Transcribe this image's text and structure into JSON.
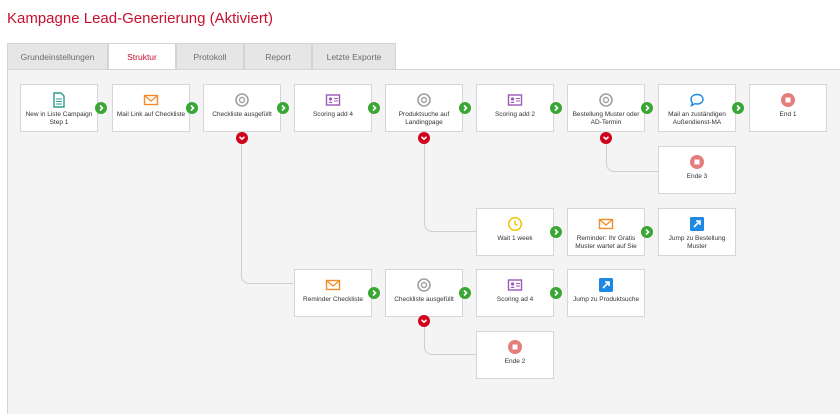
{
  "page": {
    "title": "Kampagne Lead-Generierung (Aktiviert)"
  },
  "tabs": [
    {
      "label": "Grundeinstellungen",
      "active": false
    },
    {
      "label": "Struktur",
      "active": true
    },
    {
      "label": "Protokoll",
      "active": false
    },
    {
      "label": "Report",
      "active": false
    },
    {
      "label": "Letzte Exporte",
      "active": false
    }
  ],
  "colors": {
    "accent": "#c8102e",
    "next": "#3aa635",
    "branch": "#d0021b",
    "doc": "#2a9d8f",
    "mail": "#f28c28",
    "condition": "#a0a0a0",
    "scoring": "#9b59b6",
    "chat": "#1e88e5",
    "end": "#d9534f",
    "wait": "#f2c200",
    "jump": "#1e88e5"
  },
  "nodes": {
    "n1": {
      "label": "New in Liste Campaign Step 1",
      "icon": "document-icon"
    },
    "n2": {
      "label": "Mail Link auf Checkliste",
      "icon": "mail-icon"
    },
    "n3": {
      "label": "Checkliste ausgefüllt",
      "icon": "condition-icon"
    },
    "n4": {
      "label": "Scoring add 4",
      "icon": "id-card-icon"
    },
    "n5": {
      "label": "Produktsuche auf Landingpage",
      "icon": "condition-icon"
    },
    "n6": {
      "label": "Scoring add 2",
      "icon": "id-card-icon"
    },
    "n7": {
      "label": "Bestellung Muster oder AD-Termin",
      "icon": "condition-icon"
    },
    "n8": {
      "label": "Mail an zuständigen Außendienst-MA",
      "icon": "chat-icon"
    },
    "n9": {
      "label": "End 1",
      "icon": "stop-icon"
    },
    "n10": {
      "label": "Ende 3",
      "icon": "stop-icon"
    },
    "n11": {
      "label": "Wait 1 week",
      "icon": "clock-icon"
    },
    "n12": {
      "label": "Reminder: Ihr Gratis Muster wartet auf Sie",
      "icon": "mail-icon"
    },
    "n13": {
      "label": "Jump zu Bestellung Muster",
      "icon": "jump-icon"
    },
    "n14": {
      "label": "Reminder Checkliste",
      "icon": "mail-icon"
    },
    "n15": {
      "label": "Checkliste ausgefüllt",
      "icon": "condition-icon"
    },
    "n16": {
      "label": "Scoring ad 4",
      "icon": "id-card-icon"
    },
    "n17": {
      "label": "Jump zu Produktsuche",
      "icon": "jump-icon"
    },
    "n18": {
      "label": "Ende 2",
      "icon": "stop-icon"
    }
  }
}
